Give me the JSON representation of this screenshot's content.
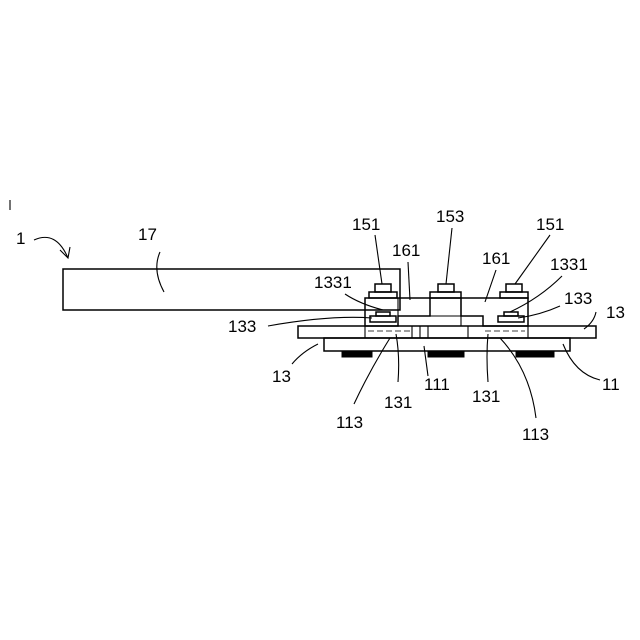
{
  "labels": {
    "device": "1",
    "plate17": "17",
    "pin151_left": "151",
    "pin153": "153",
    "pin151_right": "151",
    "block161_left": "161",
    "block161_right": "161",
    "hole1331_left": "1331",
    "hole1331_right": "1331",
    "pad133_left": "133",
    "pad133_right": "133",
    "board13_right": "13",
    "board13_left": "13",
    "base11": "11",
    "chip111": "111",
    "via131_left": "131",
    "via131_right": "131",
    "bump113_left": "113",
    "bump113_right": "113"
  }
}
